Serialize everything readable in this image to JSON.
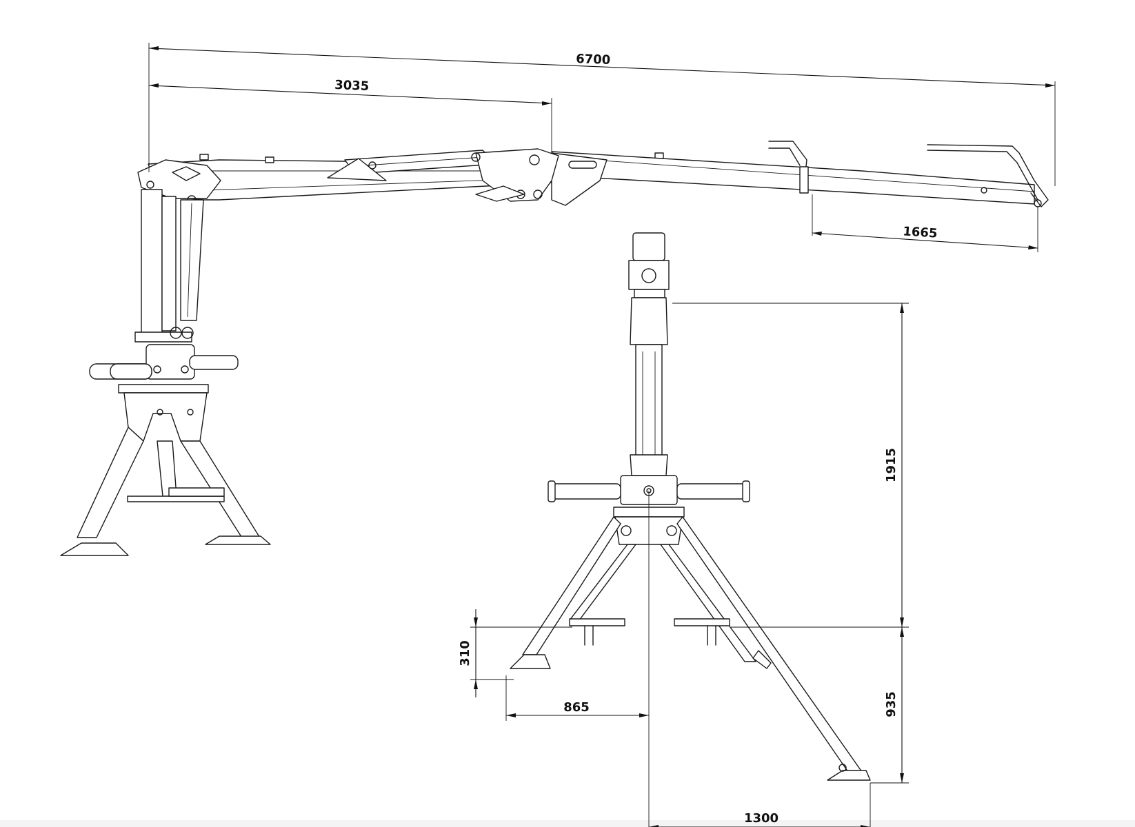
{
  "drawing": {
    "dimensions": {
      "total_reach": "6700",
      "inner_boom": "3035",
      "extension": "1665",
      "mast_height": "1915",
      "base_height": "935",
      "foot_height": "310",
      "left_leg_spread": "865",
      "right_leg_spread": "1300"
    },
    "colors": {
      "line": "#1a1a1a",
      "background": "#ffffff"
    }
  }
}
